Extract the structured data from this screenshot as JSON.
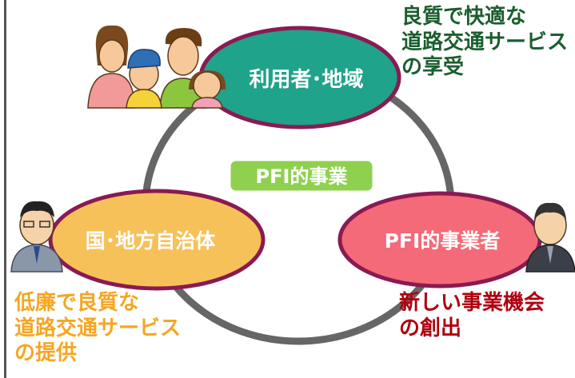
{
  "diagram": {
    "center_label": "PFI的事業",
    "nodes": {
      "users": "利用者･地域",
      "government": "国･地方自治体",
      "operator": "PFI的事業者"
    },
    "benefits": {
      "users": [
        "良質で快適な",
        "道路交通サービス",
        "の享受"
      ],
      "government": [
        "低廉で良質な",
        "道路交通サービス",
        "の提供"
      ],
      "operator": [
        "新しい事業機会",
        "の創出"
      ]
    },
    "colors": {
      "users_fill": "#1fa38a",
      "government_fill": "#f7c15a",
      "operator_fill": "#f46a78",
      "ellipse_border": "#8a1a52",
      "center_fill": "#8fd14f",
      "cycle_ring": "#666666",
      "users_text": "#1b5e2e",
      "government_text": "#f5a623",
      "operator_text": "#b00010"
    }
  }
}
